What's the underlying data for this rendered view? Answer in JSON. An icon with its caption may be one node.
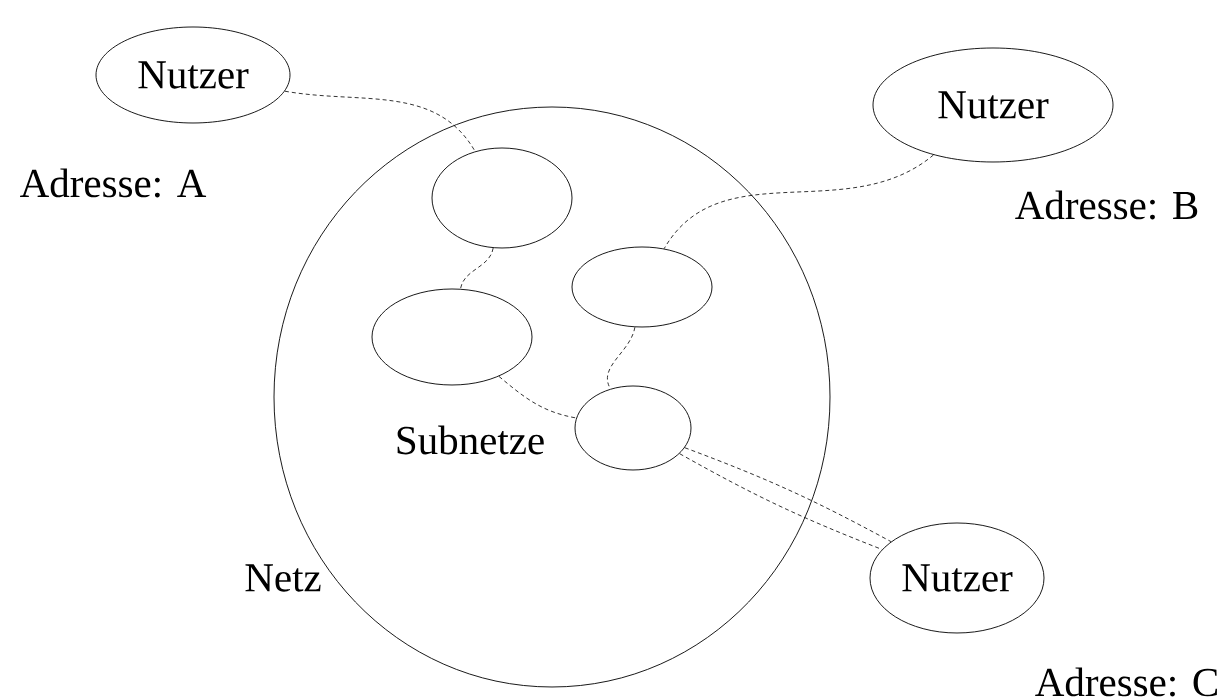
{
  "diagram": {
    "nodes": [
      {
        "text": [
          "Nutzer"
        ],
        "beside": [
          "Adresse: A"
        ]
      },
      {
        "text": [
          "Nutzer"
        ],
        "beside": [
          "Adresse: B"
        ]
      },
      {
        "text": [
          "Netz"
        ]
      },
      {
        "text": [],
        "shape": "ellipse",
        "in": 2
      },
      {
        "text": [],
        "shape": "ellipse",
        "in": 2
      },
      {
        "text": [],
        "shape": "ellipse",
        "in": 2
      },
      {
        "text": [],
        "shape": "ellipse",
        "in": 2
      },
      {
        "text": [
          "Nutzer"
        ],
        "beside": [
          "Adresse: C"
        ]
      }
    ],
    "edges": [
      {
        "from": 0,
        "to": 3,
        "arrow": "none",
        "style": "dashed"
      },
      {
        "from": 3,
        "to": 5,
        "arrow": "none",
        "style": "dashed"
      },
      {
        "from": 5,
        "to": 6,
        "arrow": "none",
        "style": "dashed"
      },
      {
        "from": 6,
        "to": 7,
        "arrow": "none",
        "style": "dashed"
      },
      {
        "from": 1,
        "to": 4,
        "arrow": "none",
        "style": "dashed"
      },
      {
        "from": 4,
        "to": 6,
        "arrow": "none",
        "style": "dashed"
      },
      {
        "from": 6,
        "to": 7,
        "arrow": "none",
        "style": "dashed"
      }
    ],
    "labels": [
      "Subnetze"
    ]
  }
}
